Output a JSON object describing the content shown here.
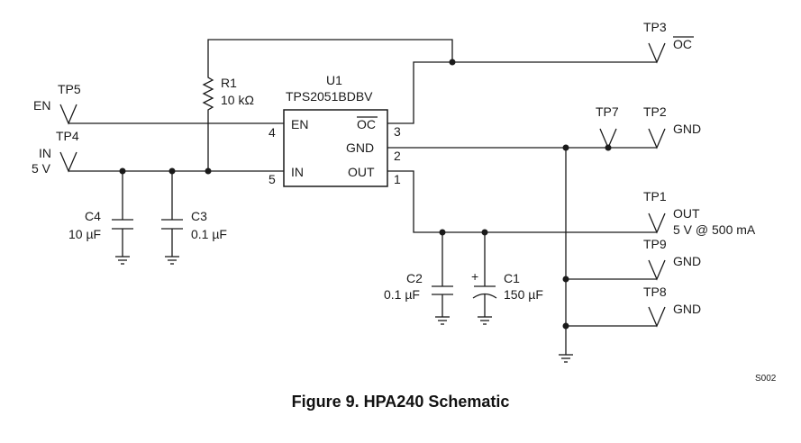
{
  "figure": {
    "caption": "Figure 9. HPA240 Schematic",
    "drawing_id": "S002"
  },
  "ic": {
    "ref": "U1",
    "part": "TPS2051BDBV",
    "pins": [
      {
        "name": "EN",
        "number": "4"
      },
      {
        "name": "IN",
        "number": "5"
      },
      {
        "name": "OC",
        "number": "3",
        "overbar": true
      },
      {
        "name": "GND",
        "number": "2"
      },
      {
        "name": "OUT",
        "number": "1"
      }
    ]
  },
  "resistors": [
    {
      "ref": "R1",
      "value": "10 kΩ"
    }
  ],
  "capacitors": [
    {
      "ref": "C4",
      "value": "10 µF"
    },
    {
      "ref": "C3",
      "value": "0.1 µF"
    },
    {
      "ref": "C2",
      "value": "0.1 µF"
    },
    {
      "ref": "C1",
      "value": "150 µF",
      "polarity": "+"
    }
  ],
  "test_points": {
    "tp5": {
      "ref": "TP5",
      "label": "EN"
    },
    "tp4": {
      "ref": "TP4",
      "label": "IN",
      "sublabel": "5 V"
    },
    "tp3": {
      "ref": "TP3",
      "label": "OC",
      "overbar": true
    },
    "tp7": {
      "ref": "TP7"
    },
    "tp2": {
      "ref": "TP2",
      "label": "GND"
    },
    "tp1": {
      "ref": "TP1",
      "label": "OUT",
      "sublabel": "5 V @ 500 mA"
    },
    "tp9": {
      "ref": "TP9",
      "label": "GND"
    },
    "tp8": {
      "ref": "TP8",
      "label": "GND"
    }
  }
}
